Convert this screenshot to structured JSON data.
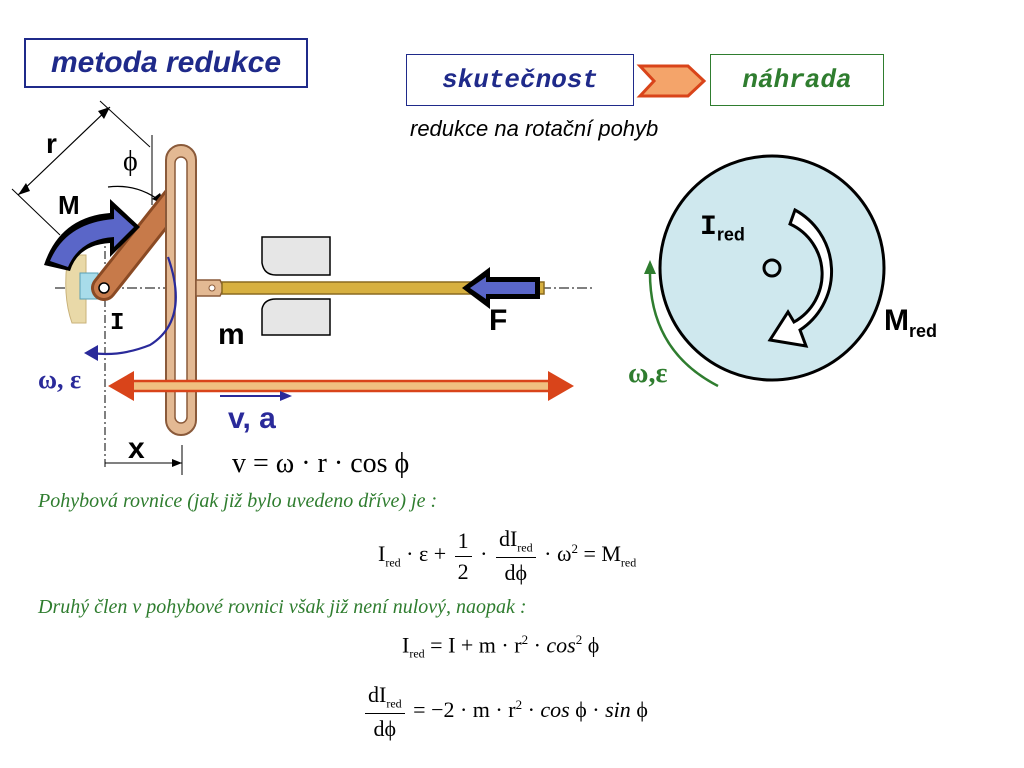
{
  "title": "metoda redukce",
  "flow": {
    "from": "skutečnost",
    "to": "náhrada"
  },
  "subtitle": "redukce na rotační pohyb",
  "mechanism": {
    "r_label": "r",
    "phi_label": "ϕ",
    "moment_label": "M",
    "inertia_label": "I",
    "mass_label": "m",
    "force_label": "F",
    "omega_eps_label": "ω, ε",
    "va_label": "v, a",
    "x_label": "x"
  },
  "velocity_eq": "v = ω · r · cos ϕ",
  "reduced": {
    "inertia_main": "I",
    "inertia_sub": "red",
    "moment_main": "M",
    "moment_sub": "red",
    "omega_eps": "ω,ε"
  },
  "note1": "Pohybová rovnice (jak již bylo uvedeno dříve) je :",
  "note2": "Druhý člen v pohybové rovnici však již není nulový, naopak :",
  "colors": {
    "title": "#1f2a8a",
    "green": "#2f7d2f",
    "disc": "#cfe8ee",
    "arrow": "#d9441a",
    "link": "#b86a3c"
  }
}
